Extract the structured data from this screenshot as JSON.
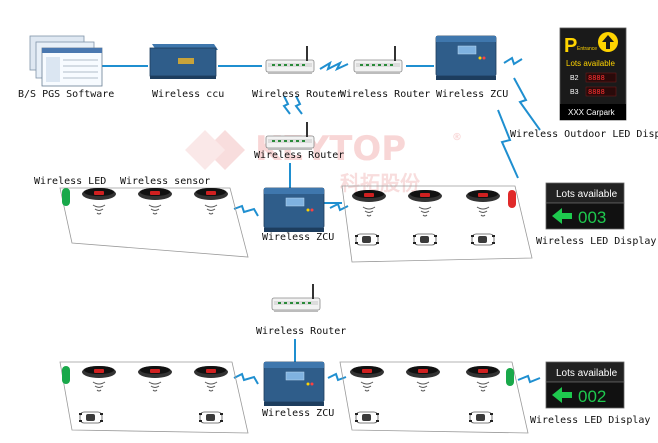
{
  "labels": {
    "software": "B/S PGS Software",
    "ccu": "Wireless ccu",
    "router_top_a": "Wireless Router",
    "router_top_b": "Wireless Router",
    "zcu_top": "Wireless ZCU",
    "router_mid": "Wireless Router",
    "outdoor_display": "Wireless Outdoor LED Display",
    "led": "Wireless LED",
    "sensor": "Wireless sensor",
    "zcu_mid": "Wireless ZCU",
    "led_display_mid": "Wireless LED Display",
    "router_bottom": "Wireless Router",
    "zcu_bottom": "Wireless ZCU",
    "led_display_bottom": "Wireless LED Display"
  },
  "watermark": {
    "brand": "KEYTOP",
    "chinese": "科拓股份",
    "registered": "®"
  },
  "outdoor_sign": {
    "letter": "P",
    "entrance": "Entrance",
    "headline": "Lots available",
    "rows": [
      {
        "level": "B2",
        "count": "8888"
      },
      {
        "level": "B3",
        "count": "8888"
      }
    ],
    "name": "XXX Carpark"
  },
  "display_mid": {
    "title": "Lots available",
    "count": "003"
  },
  "display_bottom": {
    "title": "Lots available",
    "count": "002"
  },
  "colors": {
    "link": "#1f8fd0",
    "led_green": "#19a84a",
    "led_red": "#e02a2a",
    "zcu_body": "#2f5d8a",
    "watermark": "#f4c2c2"
  }
}
